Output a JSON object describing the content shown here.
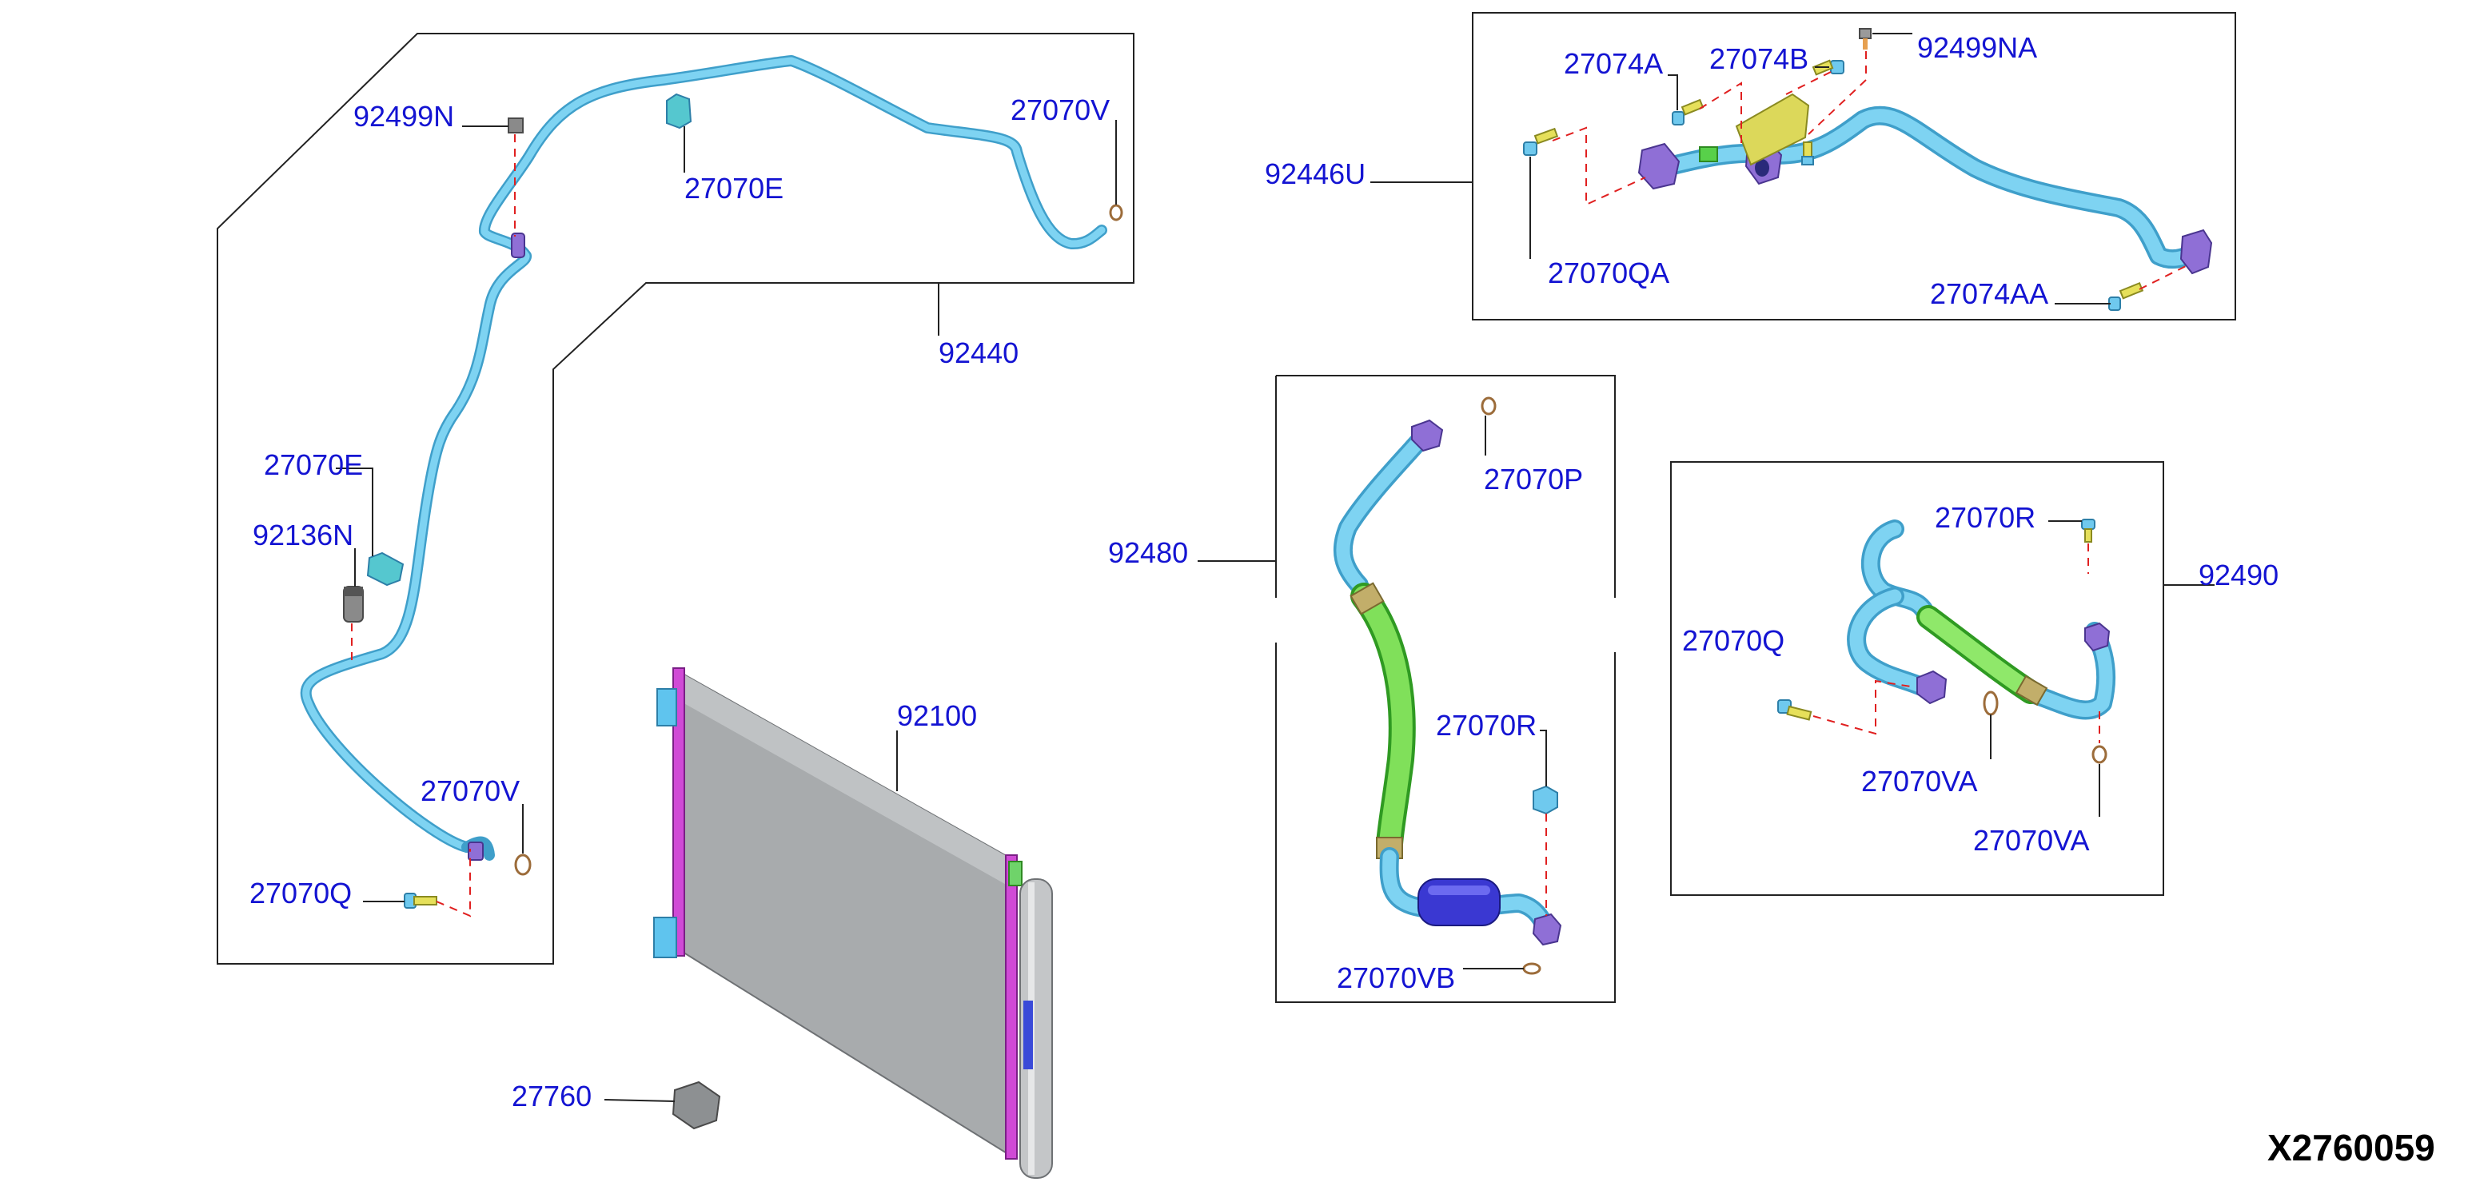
{
  "diagram": {
    "figure_id": "X2760059",
    "callouts": {
      "c_92499N": "92499N",
      "c_27070E_top": "27070E",
      "c_27070V_top": "27070V",
      "c_92440": "92440",
      "c_27070E_left": "27070E",
      "c_92136N": "92136N",
      "c_27070V_bottom": "27070V",
      "c_27070Q": "27070Q",
      "c_92100": "92100",
      "c_27760": "27760",
      "c_27074A": "27074A",
      "c_27074B": "27074B",
      "c_92499NA": "92499NA",
      "c_92446U": "92446U",
      "c_27070QA": "27070QA",
      "c_27074AA": "27074AA",
      "c_92480": "92480",
      "c_27070P": "27070P",
      "c_27070R_mid": "27070R",
      "c_27070VB": "27070VB",
      "c_27070R_right": "27070R",
      "c_92490": "92490",
      "c_27070Q_right": "27070Q",
      "c_27070VA_1": "27070VA",
      "c_27070VA_2": "27070VA"
    }
  }
}
